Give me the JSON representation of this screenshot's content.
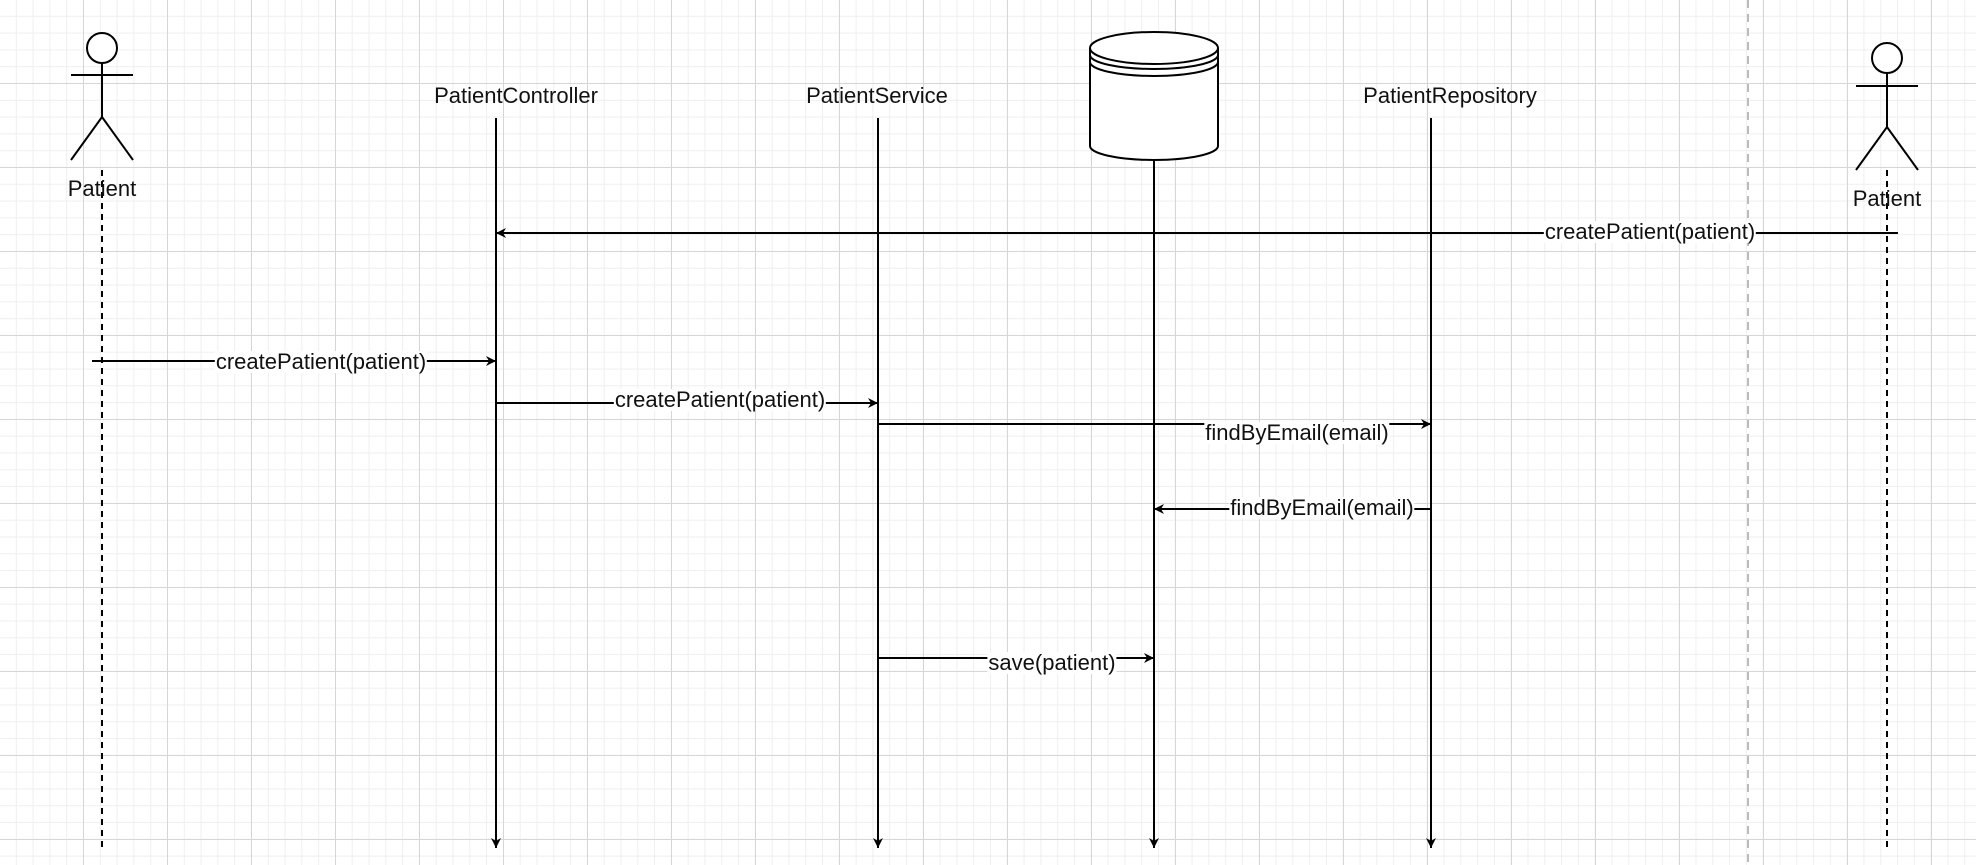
{
  "participants": [
    {
      "id": "actor-left",
      "kind": "actor",
      "label": "Patient"
    },
    {
      "id": "controller",
      "kind": "lifeline",
      "label": "PatientController"
    },
    {
      "id": "service",
      "kind": "lifeline",
      "label": "PatientService"
    },
    {
      "id": "database",
      "kind": "database",
      "label": ""
    },
    {
      "id": "repository",
      "kind": "lifeline",
      "label": "PatientRepository"
    },
    {
      "id": "actor-right",
      "kind": "actor",
      "label": "Patient"
    }
  ],
  "messages": [
    {
      "from": "actor-right",
      "to": "controller",
      "label": "createPatient(patient)"
    },
    {
      "from": "actor-left",
      "to": "controller",
      "label": "createPatient(patient)"
    },
    {
      "from": "controller",
      "to": "service",
      "label": "createPatient(patient)"
    },
    {
      "from": "service",
      "to": "repository",
      "label": "findByEmail(email)"
    },
    {
      "from": "repository",
      "to": "database",
      "label": "findByEmail(email)"
    },
    {
      "from": "service",
      "to": "database",
      "label": "save(patient)"
    }
  ],
  "colors": {
    "line": "#000000",
    "grid": "#d6d6d6",
    "separator": "#bbbbbb",
    "background": "#ffffff"
  }
}
